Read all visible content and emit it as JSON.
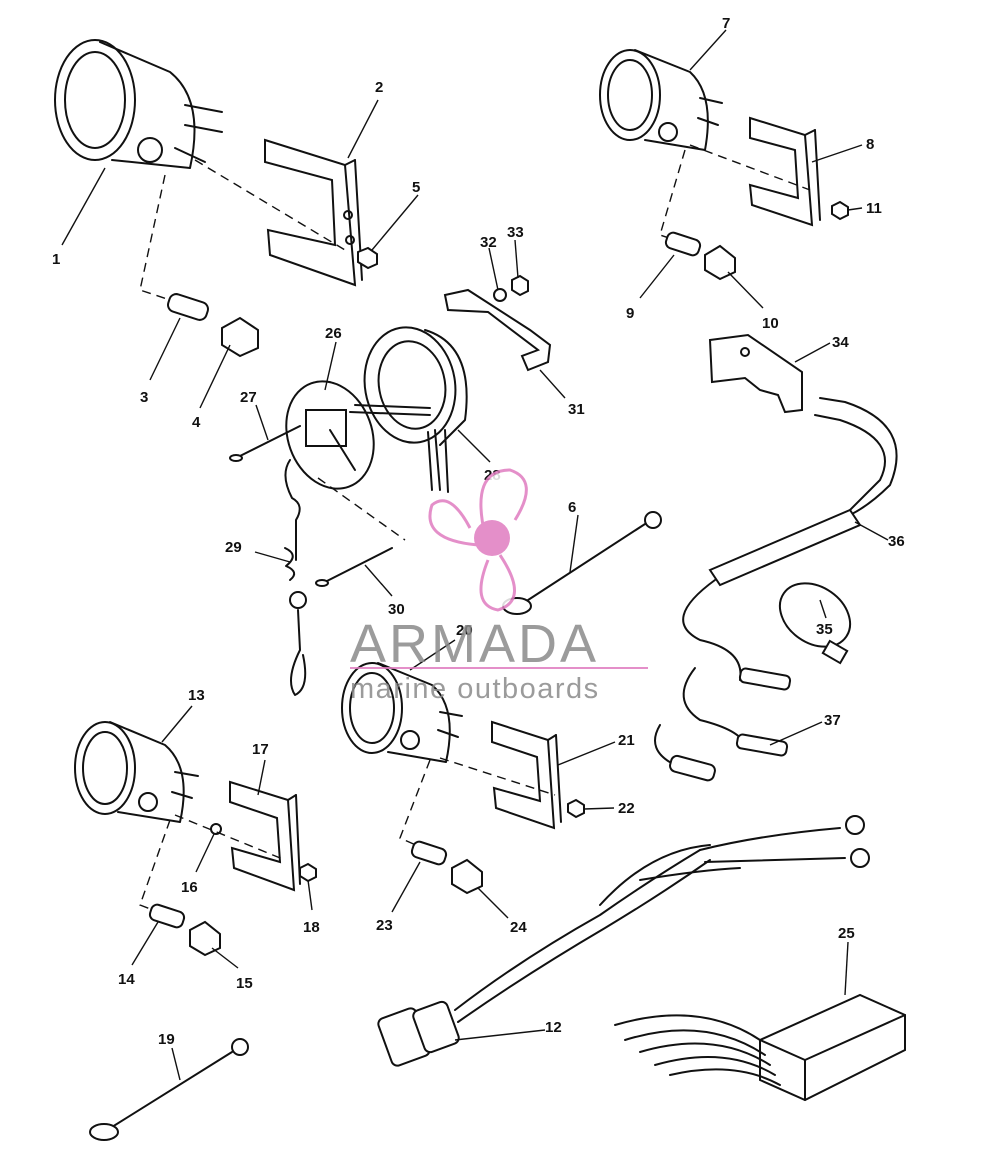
{
  "diagram": {
    "callouts": [
      "1",
      "2",
      "3",
      "4",
      "5",
      "6",
      "7",
      "8",
      "9",
      "10",
      "11",
      "12",
      "13",
      "14",
      "15",
      "16",
      "17",
      "18",
      "19",
      "20",
      "21",
      "22",
      "23",
      "24",
      "25",
      "26",
      "27",
      "28",
      "29",
      "30",
      "31",
      "32",
      "33",
      "34",
      "35",
      "36",
      "37"
    ]
  },
  "watermark": {
    "title": "ARMADA",
    "subtitle": "marine outboards",
    "logo_color": "#e07cc0",
    "text_color": "#8a8a8a"
  }
}
